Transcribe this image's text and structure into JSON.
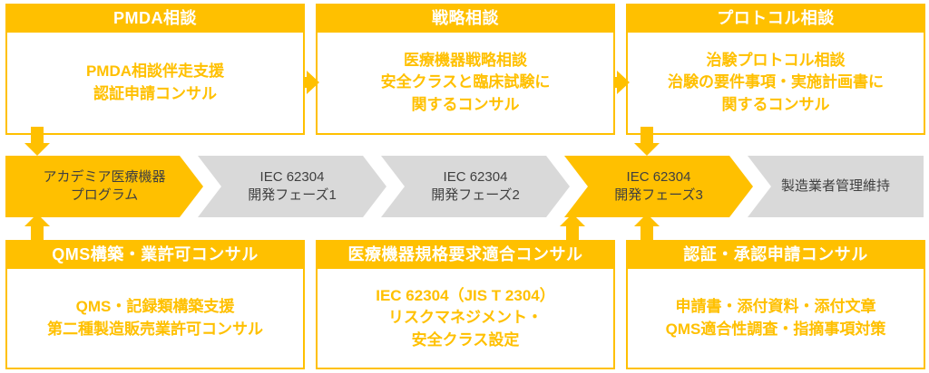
{
  "theme": {
    "accent": "#FFC000",
    "gray": "#D9D9D9",
    "header_text": "#FFFFFF",
    "body_text": "#FFC000",
    "chevron_text": "#404040"
  },
  "top_cards": [
    {
      "header": "PMDA相談",
      "lines": [
        "PMDA相談伴走支援",
        "認証申請コンサル"
      ]
    },
    {
      "header": "戦略相談",
      "lines": [
        "医療機器戦略相談",
        "安全クラスと臨床試験に",
        "関するコンサル"
      ]
    },
    {
      "header": "プロトコル相談",
      "lines": [
        "治験プロトコル相談",
        "治験の要件事項・実施計画書に",
        "関するコンサル"
      ]
    }
  ],
  "process_steps": [
    {
      "lines": [
        "アカデミア医療機器",
        "プログラム"
      ],
      "highlighted": true
    },
    {
      "lines": [
        "IEC 62304",
        "開発フェーズ1"
      ],
      "highlighted": false
    },
    {
      "lines": [
        "IEC 62304",
        "開発フェーズ2"
      ],
      "highlighted": false
    },
    {
      "lines": [
        "IEC 62304",
        "開発フェーズ3"
      ],
      "highlighted": true
    },
    {
      "lines": [
        "製造業者管理維持"
      ],
      "highlighted": false
    }
  ],
  "bottom_cards": [
    {
      "header": "QMS構築・業許可コンサル",
      "lines": [
        "QMS・記録類構築支援",
        "第二種製造販売業許可コンサル"
      ]
    },
    {
      "header": "医療機器規格要求適合コンサル",
      "lines": [
        "IEC 62304（JIS T 2304）",
        "リスクマネジメント・",
        "安全クラス設定"
      ]
    },
    {
      "header": "認証・承認申請コンサル",
      "lines": [
        "申請書・添付資料・添付文章",
        "QMS適合性調査・指摘事項対策"
      ]
    }
  ],
  "connectors": [
    {
      "name": "pmda-to-strategy",
      "direction": "right"
    },
    {
      "name": "strategy-to-protocol",
      "direction": "right"
    },
    {
      "name": "pmda-to-academia-program",
      "direction": "down"
    },
    {
      "name": "protocol-to-phase3",
      "direction": "down"
    },
    {
      "name": "qms-to-academia-program",
      "direction": "up"
    },
    {
      "name": "standards-to-phase3",
      "direction": "up"
    },
    {
      "name": "certification-to-phase3",
      "direction": "up"
    }
  ]
}
